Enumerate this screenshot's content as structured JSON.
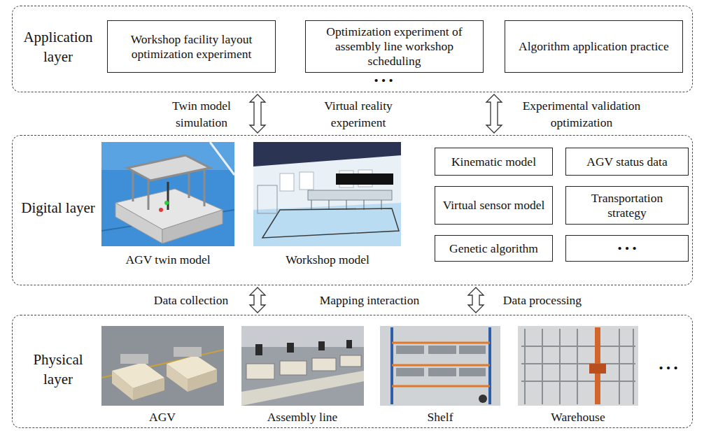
{
  "diagram": {
    "nodes": [
      {
        "text": [
          "Application layer"
        ]
      },
      {
        "text": [
          "Workshop facility layout optimization experiment"
        ],
        "in": 0
      },
      {
        "text": [
          "Optimization experiment of assembly line workshop scheduling"
        ],
        "in": 0
      },
      {
        "text": [
          "Algorithm application practice"
        ],
        "in": 0
      },
      {
        "text": [
          "Digital layer"
        ]
      },
      {
        "text": [
          "Kinematic model"
        ],
        "in": 4
      },
      {
        "text": [
          "AGV status data"
        ],
        "in": 4
      },
      {
        "text": [
          "Virtual sensor model"
        ],
        "in": 4
      },
      {
        "text": [
          "Transportation strategy"
        ],
        "in": 4
      },
      {
        "text": [
          "Genetic algorithm"
        ],
        "in": 4
      },
      {
        "text": [
          "• • •"
        ],
        "in": 4
      },
      {
        "text": [
          "Physical layer"
        ]
      }
    ],
    "edges": [
      {
        "from": 0,
        "to": 4,
        "arrow": "both",
        "label": "Twin model simulation"
      },
      {
        "from": 0,
        "to": 4,
        "arrow": "both",
        "label": "Experimental validation optimization"
      },
      {
        "from": 4,
        "to": 11,
        "arrow": "both",
        "label": "Data collection"
      },
      {
        "from": 4,
        "to": 11,
        "arrow": "both",
        "label": "Data processing"
      }
    ],
    "labels": [
      "• • •",
      "Virtual reality experiment",
      "AGV twin model",
      "Workshop model",
      "Mapping interaction",
      "AGV",
      "Assembly line",
      "Shelf",
      "Warehouse",
      "• • •"
    ]
  }
}
